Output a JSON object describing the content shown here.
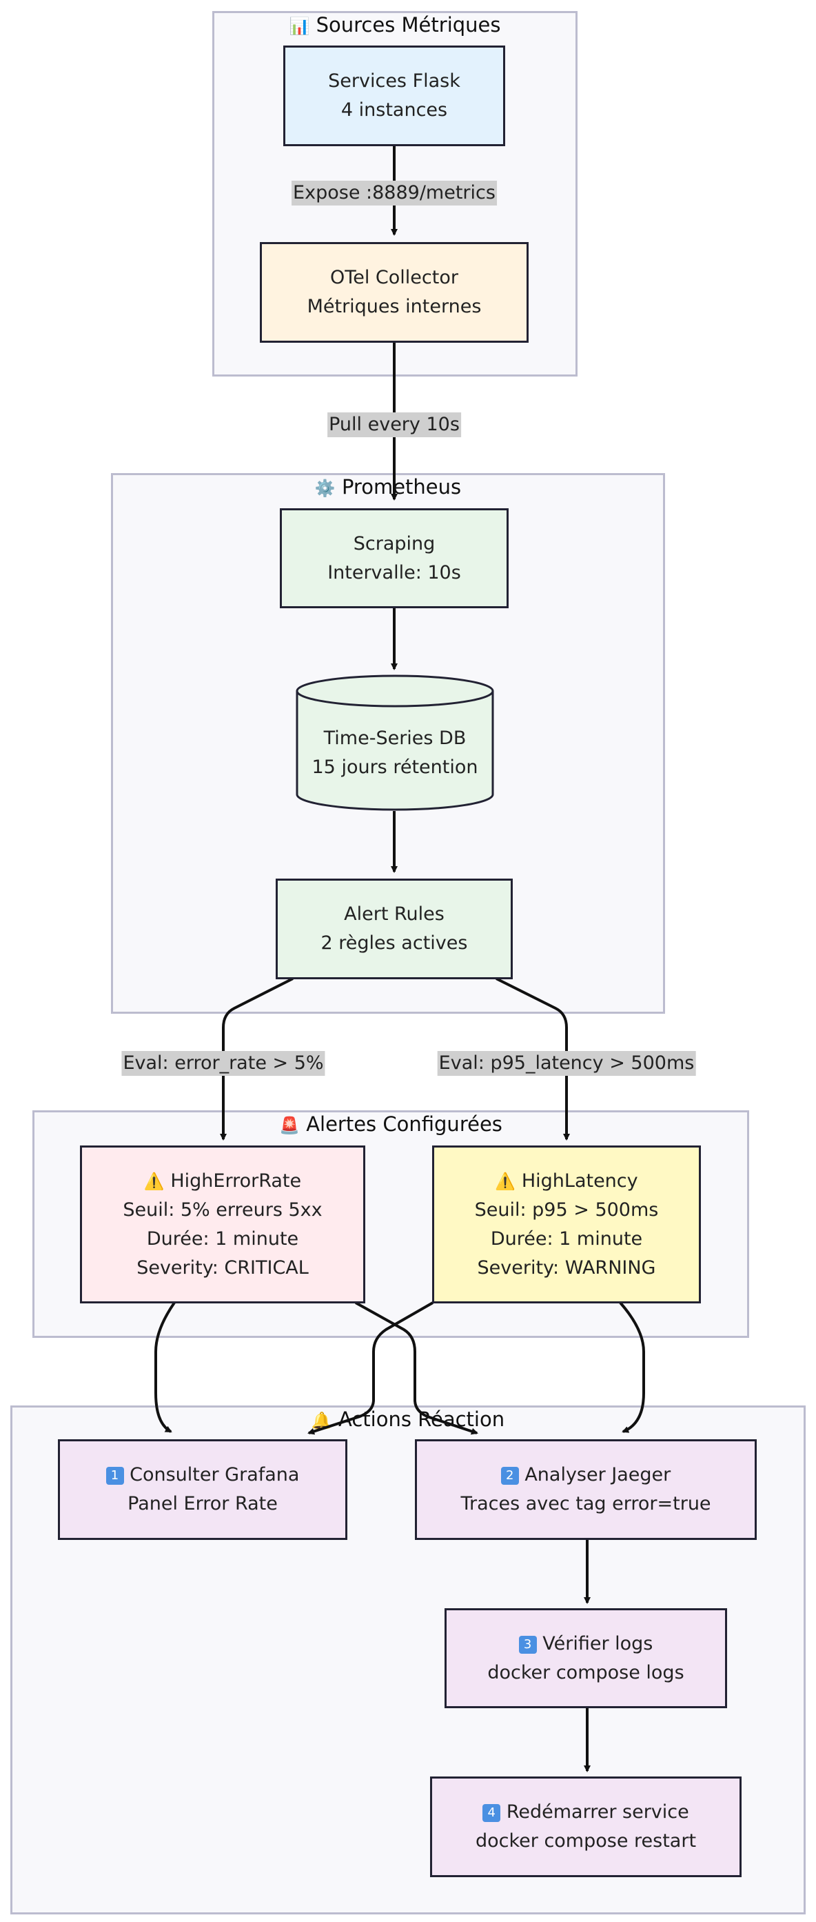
{
  "clusters": {
    "sources": {
      "title": "Sources Métriques",
      "icon": "bar-chart-icon"
    },
    "prometheus": {
      "title": "Prometheus",
      "icon": "gear-icon"
    },
    "alerts": {
      "title": "Alertes Configurées",
      "icon": "siren-icon"
    },
    "actions": {
      "title": "Actions Réaction",
      "icon": "bell-icon"
    }
  },
  "nodes": {
    "flask": {
      "line1": "Services Flask",
      "line2": "4 instances"
    },
    "otel": {
      "line1": "OTel Collector",
      "line2": "Métriques internes"
    },
    "scraping": {
      "line1": "Scraping",
      "line2": "Intervalle: 10s"
    },
    "tsdb": {
      "line1": "Time-Series DB",
      "line2": "15 jours rétention"
    },
    "rules": {
      "line1": "Alert Rules",
      "line2": "2 règles actives"
    },
    "high_error": {
      "icon": "warning-icon",
      "line1": "HighErrorRate",
      "line2": "Seuil: 5% erreurs 5xx",
      "line3": "Durée: 1 minute",
      "line4": "Severity: CRITICAL"
    },
    "high_latency": {
      "icon": "warning-icon",
      "line1": "HighLatency",
      "line2": "Seuil: p95 > 500ms",
      "line3": "Durée: 1 minute",
      "line4": "Severity: WARNING"
    },
    "grafana": {
      "badge": "1",
      "line1": "Consulter Grafana",
      "line2": "Panel Error Rate"
    },
    "jaeger": {
      "badge": "2",
      "line1": "Analyser Jaeger",
      "line2": "Traces avec tag error=true"
    },
    "logs": {
      "badge": "3",
      "line1": "Vérifier logs",
      "line2": "docker compose logs"
    },
    "restart": {
      "badge": "4",
      "line1": "Redémarrer service",
      "line2": "docker compose restart"
    }
  },
  "edges": {
    "expose": "Expose :8889/metrics",
    "pull": "Pull every 10s",
    "eval_error": "Eval: error_rate > 5%",
    "eval_latency": "Eval: p95_latency > 500ms"
  },
  "colors": {
    "cluster_bg": "#f8f8fb",
    "cluster_border": "#bcbccf",
    "node_border": "#222233",
    "blue": "#e3f2fd",
    "orange": "#fff3e0",
    "green": "#e8f5e9",
    "red": "#ffebee",
    "yellow": "#fff9c4",
    "purple": "#f3e5f5",
    "edge_label_bg": "#cfcfcf"
  }
}
